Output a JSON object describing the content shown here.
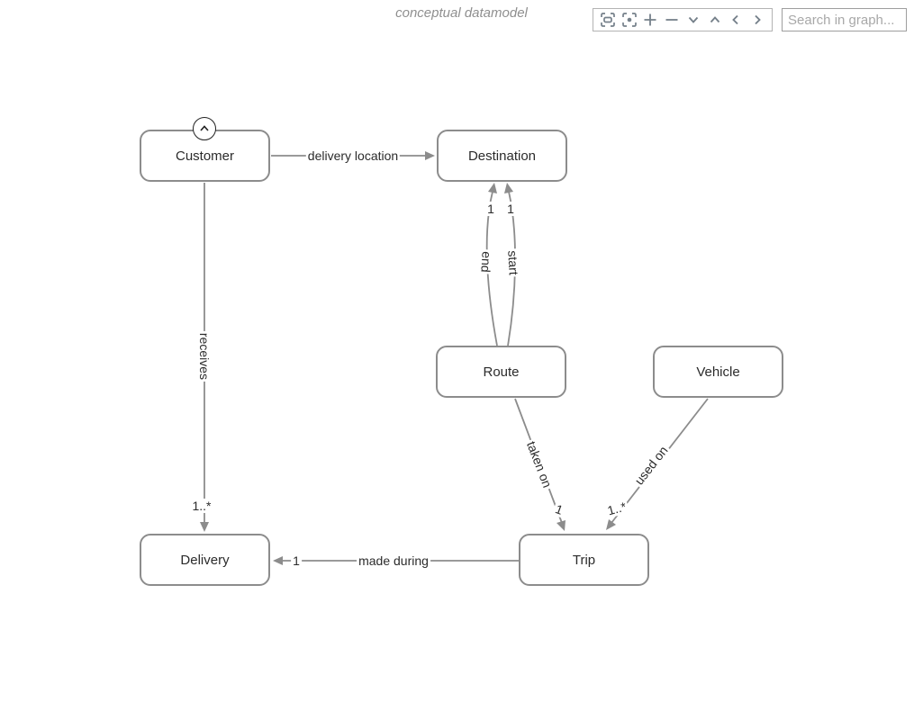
{
  "title": "conceptual datamodel",
  "toolbar": {
    "buttons": [
      {
        "icon": "fit-to-screen-icon"
      },
      {
        "icon": "center-focus-icon"
      },
      {
        "icon": "zoom-in-plus-icon"
      },
      {
        "icon": "zoom-out-minus-icon"
      },
      {
        "icon": "chevron-down-icon"
      },
      {
        "icon": "chevron-up-icon"
      },
      {
        "icon": "chevron-left-icon"
      },
      {
        "icon": "chevron-right-icon"
      }
    ]
  },
  "search": {
    "placeholder": "Search in graph..."
  },
  "colors": {
    "edge": "#8c8c8c",
    "node_border": "#8c8c8c",
    "node_fill": "#ffffff",
    "node_text": "#2b2b2b",
    "label_text": "#2b2b2b",
    "title_text": "#8f8f8f",
    "toolbar_icon": "#75808a",
    "collapse_icon": "#222222"
  },
  "nodes": [
    {
      "id": "customer",
      "label": "Customer",
      "collapse_icon": "chevron-up-icon"
    },
    {
      "id": "destination",
      "label": "Destination"
    },
    {
      "id": "route",
      "label": "Route"
    },
    {
      "id": "vehicle",
      "label": "Vehicle"
    },
    {
      "id": "delivery",
      "label": "Delivery"
    },
    {
      "id": "trip",
      "label": "Trip"
    }
  ],
  "edges": [
    {
      "label": "delivery location",
      "from": "Customer",
      "to": "Destination"
    },
    {
      "label": "receives",
      "from": "Customer",
      "to": "Delivery",
      "cardinality": "1..*"
    },
    {
      "label": "end",
      "from": "Route",
      "to": "Destination",
      "cardinality": "1"
    },
    {
      "label": "start",
      "from": "Route",
      "to": "Destination",
      "cardinality": "1"
    },
    {
      "label": "taken on",
      "from": "Route",
      "to": "Trip",
      "cardinality": "1"
    },
    {
      "label": "used on",
      "from": "Vehicle",
      "to": "Trip",
      "cardinality": "1..*"
    },
    {
      "label": "made during",
      "from": "Trip",
      "to": "Delivery",
      "cardinality": "1"
    }
  ]
}
